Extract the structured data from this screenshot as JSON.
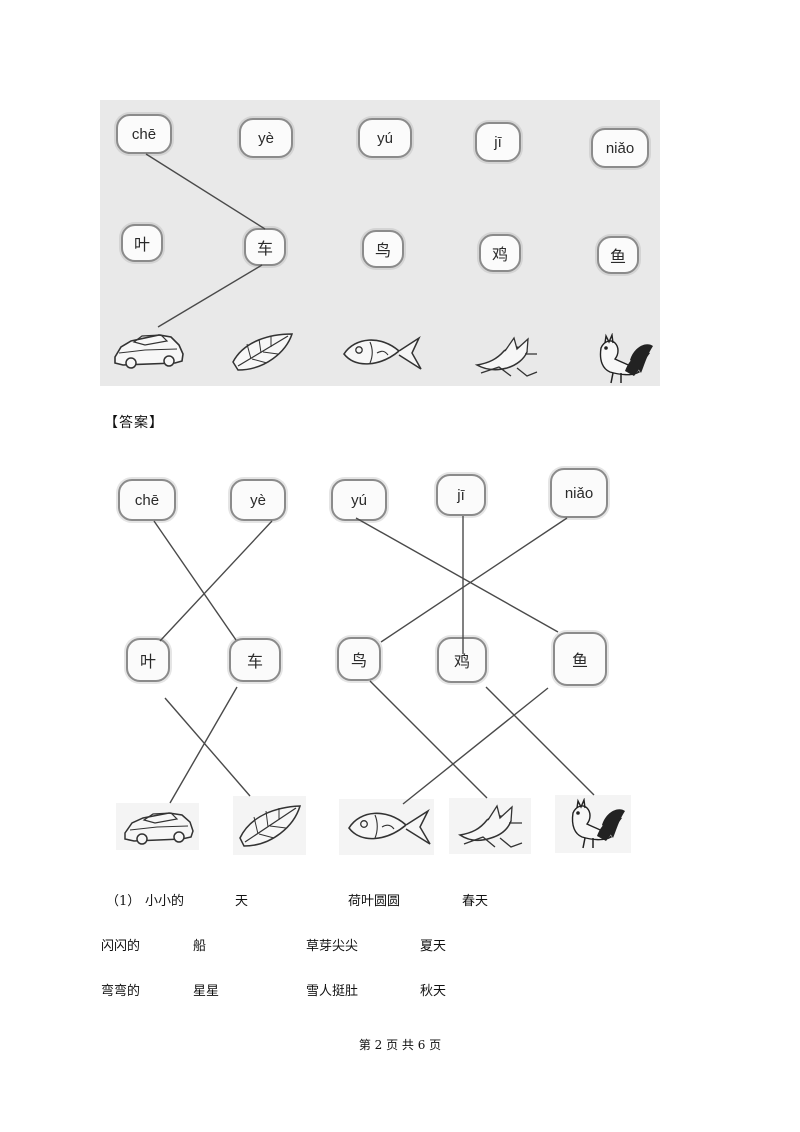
{
  "question": {
    "pinyin": [
      "chē",
      "yè",
      "yú",
      "jī",
      "niǎo"
    ],
    "characters": [
      "叶",
      "车",
      "鸟",
      "鸡",
      "鱼"
    ],
    "pictures": [
      "car-icon",
      "leaf-icon",
      "fish-icon",
      "bird-icon",
      "rooster-icon"
    ]
  },
  "answer_label": "【答案】",
  "answer": {
    "pinyin": [
      "chē",
      "yè",
      "yú",
      "jī",
      "niǎo"
    ],
    "characters": [
      "叶",
      "车",
      "鸟",
      "鸡",
      "鱼"
    ]
  },
  "exercise": {
    "rows": [
      {
        "prefix": "（1）",
        "items": [
          "小小的",
          "天",
          "荷叶圆圆",
          "春天"
        ]
      },
      {
        "prefix": "",
        "items": [
          "闪闪的",
          "船",
          "草芽尖尖",
          "夏天"
        ]
      },
      {
        "prefix": "",
        "items": [
          "弯弯的",
          "星星",
          "雪人挺肚",
          "秋天"
        ]
      }
    ]
  },
  "footer": {
    "text": "第 2 页 共 6 页"
  },
  "colors": {
    "panel": "#e9e9e9",
    "line": "#4a4a4a",
    "badge_border": "#8b8b8b"
  }
}
